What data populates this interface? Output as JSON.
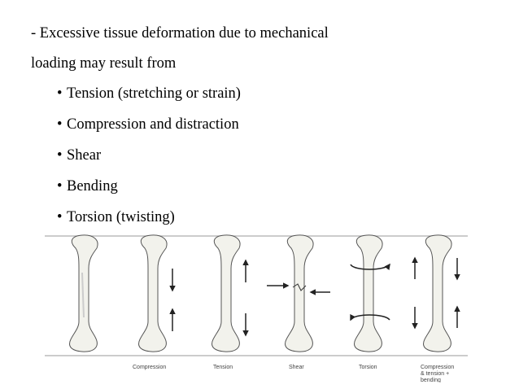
{
  "intro": {
    "line1": "- Excessive tissue deformation due to mechanical",
    "line2": "loading may result from"
  },
  "bullets": [
    "Tension (stretching or strain)",
    "Compression and distraction",
    "Shear",
    "Bending",
    "Torsion (twisting)"
  ],
  "figure": {
    "captions": [
      "Compression",
      "Tension",
      "Shear",
      "Torsion",
      "Compression",
      "& tension +",
      "bending"
    ]
  }
}
